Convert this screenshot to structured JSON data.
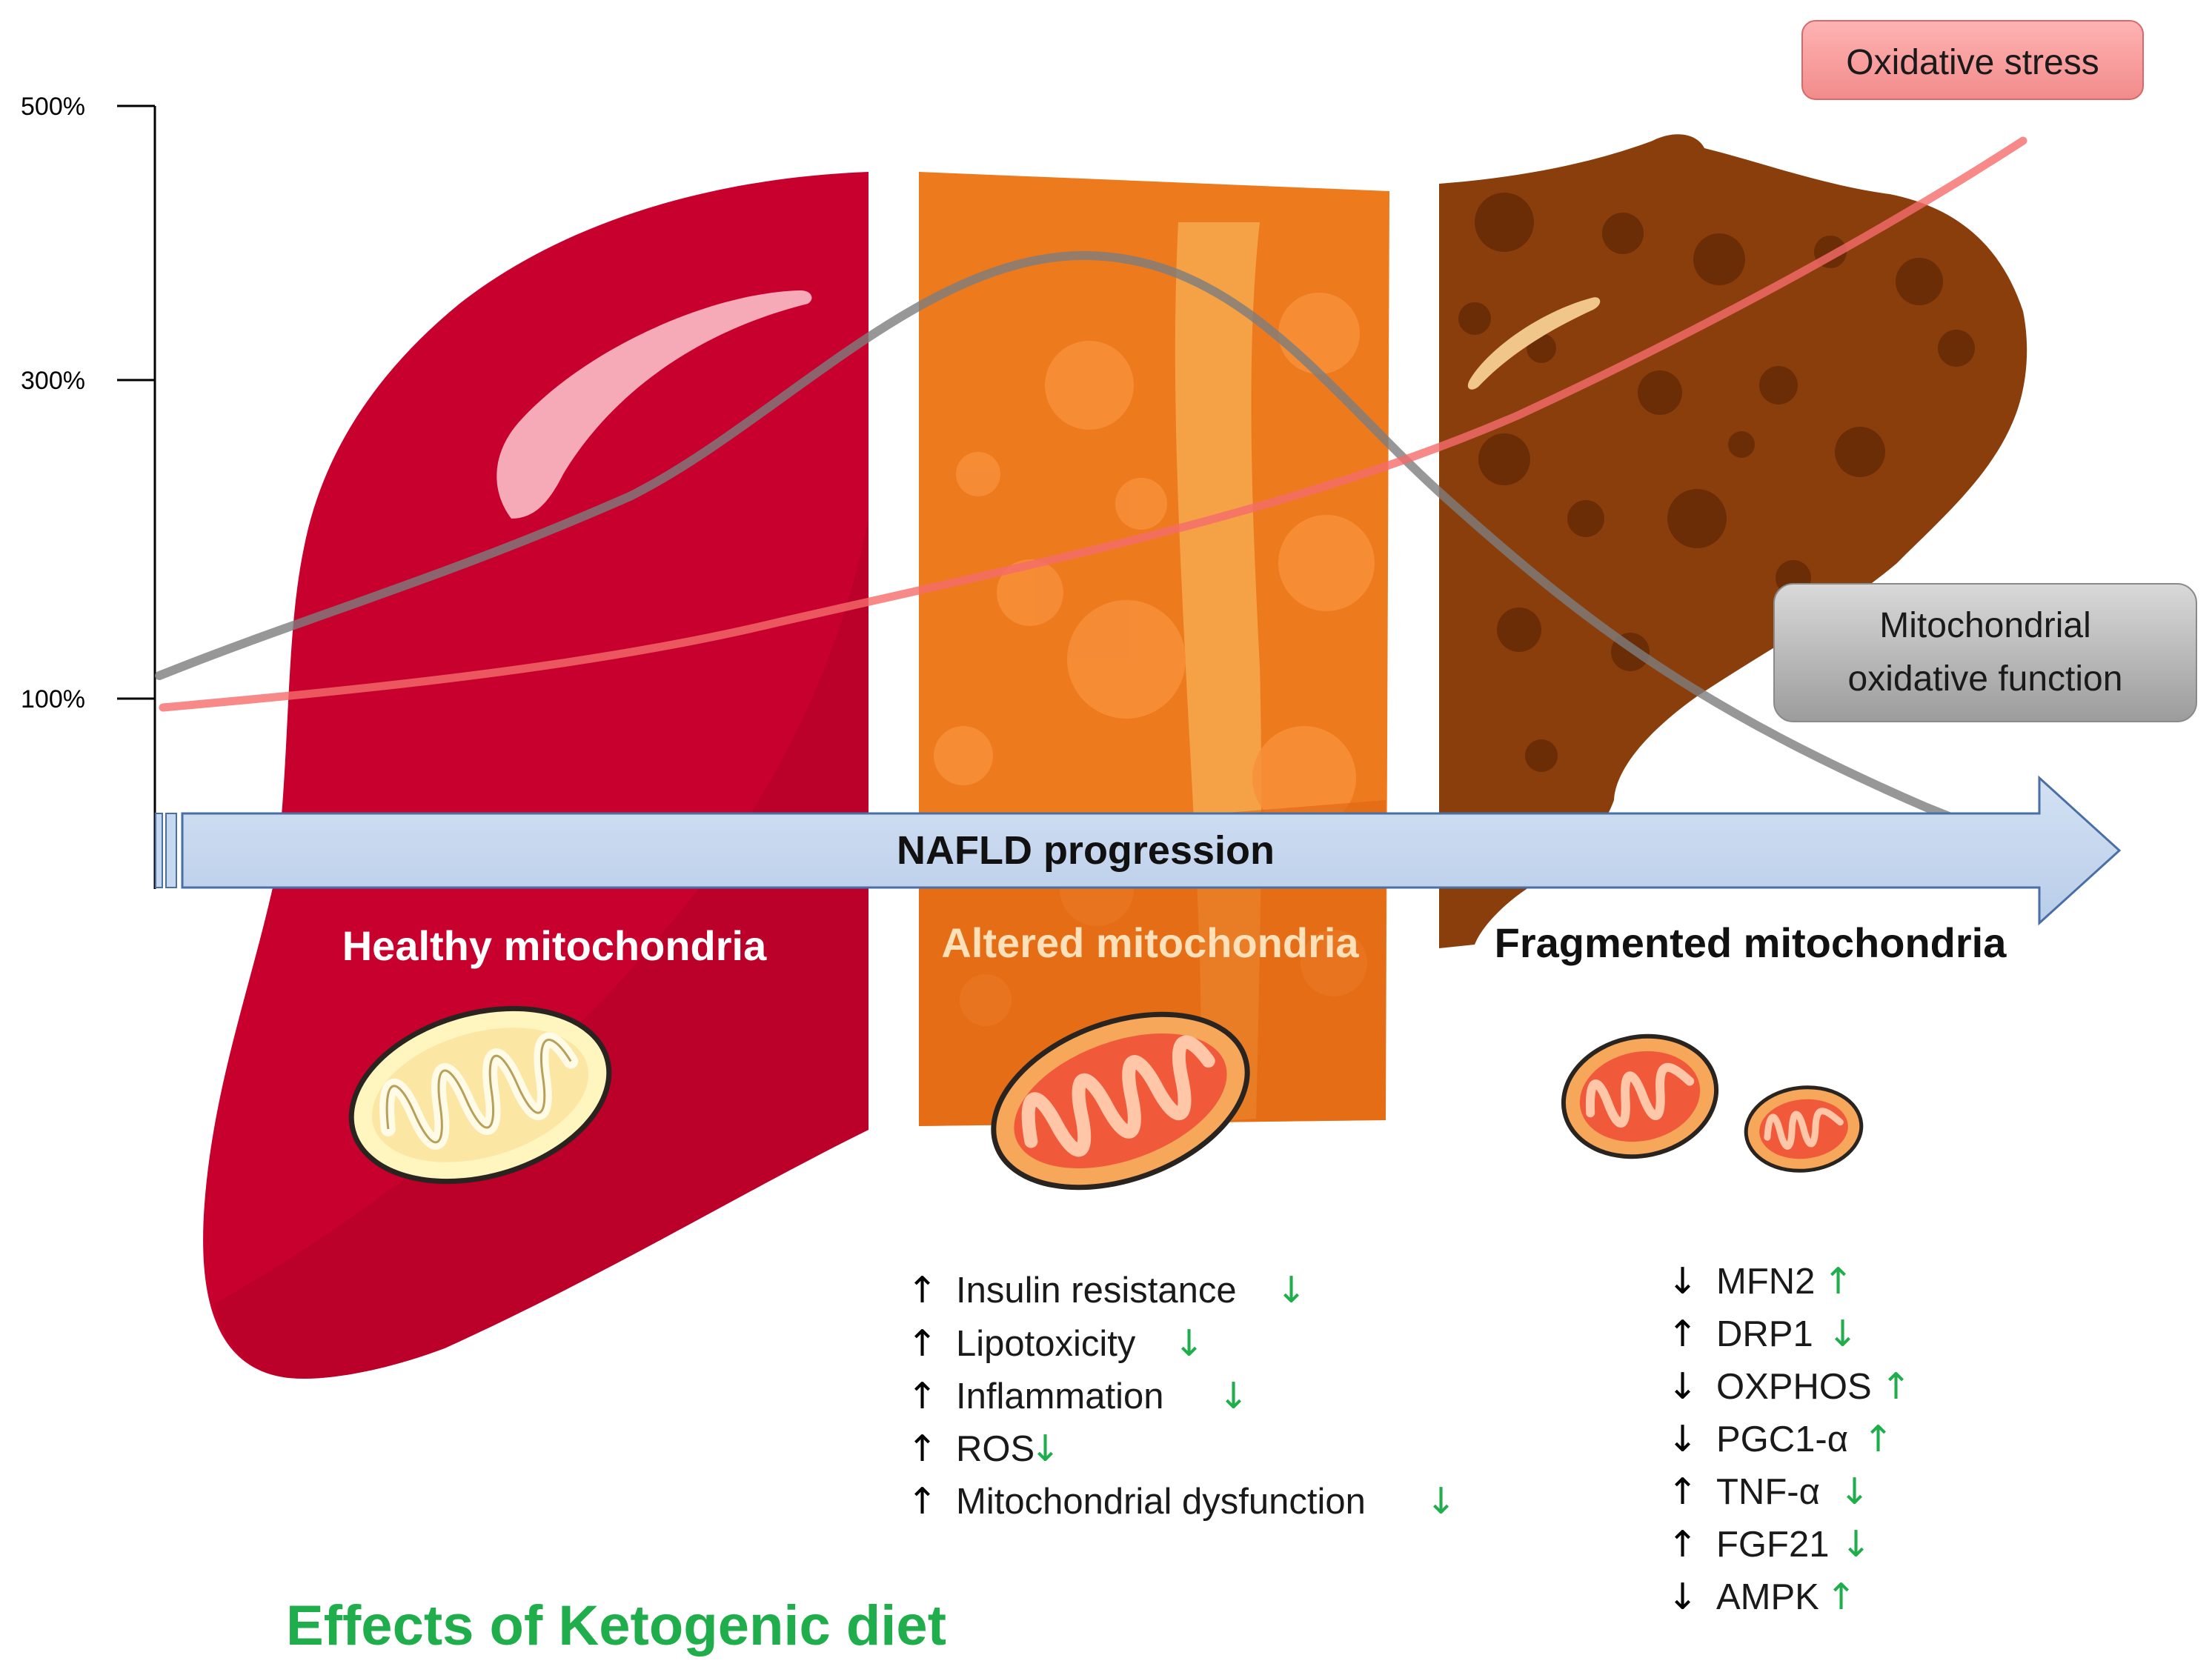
{
  "axis": {
    "ticks": [
      {
        "label": "500%",
        "value": 500
      },
      {
        "label": "300%",
        "value": 300
      },
      {
        "label": "100%",
        "value": 100
      }
    ]
  },
  "progression_arrow": {
    "label": "NAFLD progression"
  },
  "curves": {
    "oxidative_stress": {
      "label": "Oxidative stress",
      "color": "#f27d7d"
    },
    "mitochondrial_function": {
      "label_lines": [
        "Mitochondrial",
        "oxidative function"
      ],
      "color": "#8c8c8c"
    }
  },
  "stages": [
    {
      "label": "Healthy mitochondria",
      "color": "#ffffff",
      "liver_color": "#c8002d"
    },
    {
      "label": "Altered mitochondria",
      "color": "#ffe0b8",
      "liver_color": "#ee7a1e"
    },
    {
      "label": "Fragmented mitochondria",
      "color": "#111111",
      "liver_color": "#8a3e0c"
    }
  ],
  "effects_altered": [
    {
      "direction": "↑",
      "label": "Insulin resistance",
      "keto": "↓"
    },
    {
      "direction": "↑",
      "label": "Lipotoxicity",
      "keto": "↓"
    },
    {
      "direction": "↑",
      "label": "Inflammation",
      "keto": "↓"
    },
    {
      "direction": "↑",
      "label": "ROS",
      "keto": "↓"
    },
    {
      "direction": "↑",
      "label": "Mitochondrial dysfunction",
      "keto": "↓"
    }
  ],
  "effects_fragmented": [
    {
      "direction": "↓",
      "label": "MFN2",
      "keto": "↑"
    },
    {
      "direction": "↑",
      "label": "DRP1",
      "keto": "↓"
    },
    {
      "direction": "↓",
      "label": "OXPHOS",
      "keto": "↑"
    },
    {
      "direction": "↓",
      "label": "PGC1-α",
      "keto": "↑"
    },
    {
      "direction": "↑",
      "label": "TNF-α",
      "keto": "↓"
    },
    {
      "direction": "↑",
      "label": "FGF21",
      "keto": "↓"
    },
    {
      "direction": "↓",
      "label": "AMPK",
      "keto": "↑"
    }
  ],
  "footer": {
    "title": "Effects of Ketogenic diet",
    "color": "#1fae4b"
  }
}
